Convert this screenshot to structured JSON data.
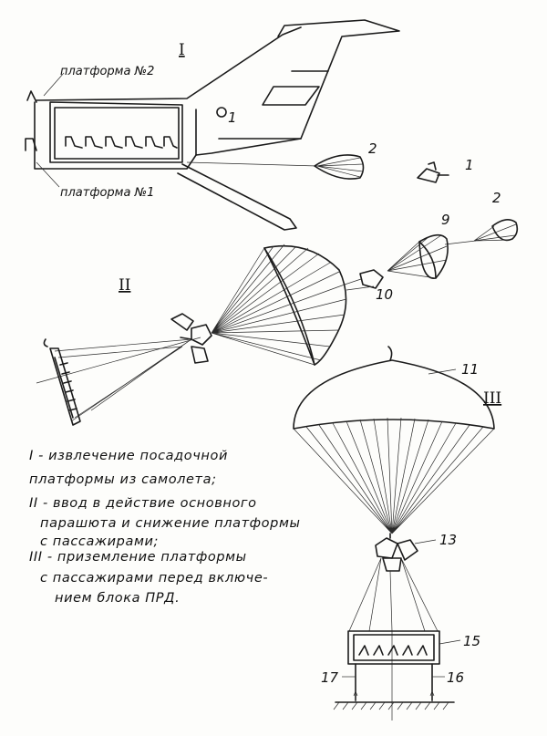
{
  "stages": {
    "stage1": "I",
    "stage2": "II",
    "stage3": "III"
  },
  "labels": {
    "platform2": "платформа №2",
    "platform1": "платформа №1"
  },
  "callouts": {
    "c1a": "1",
    "c1b": "1",
    "c2a": "2",
    "c2b": "2",
    "c9": "9",
    "c10": "10",
    "c11": "11",
    "c13": "13",
    "c15": "15",
    "c16": "16",
    "c17": "17"
  },
  "legend": {
    "line1": "I - извлечение посадочной",
    "line2": "платформы из самолета;",
    "line3": "II - ввод в действие основного",
    "line4": "парашюта и снижение платформы",
    "line5": "с пассажирами;",
    "line6": "III - приземление платформы",
    "line7": "с пассажирами перед включе-",
    "line8": "нием блока ПРД."
  }
}
